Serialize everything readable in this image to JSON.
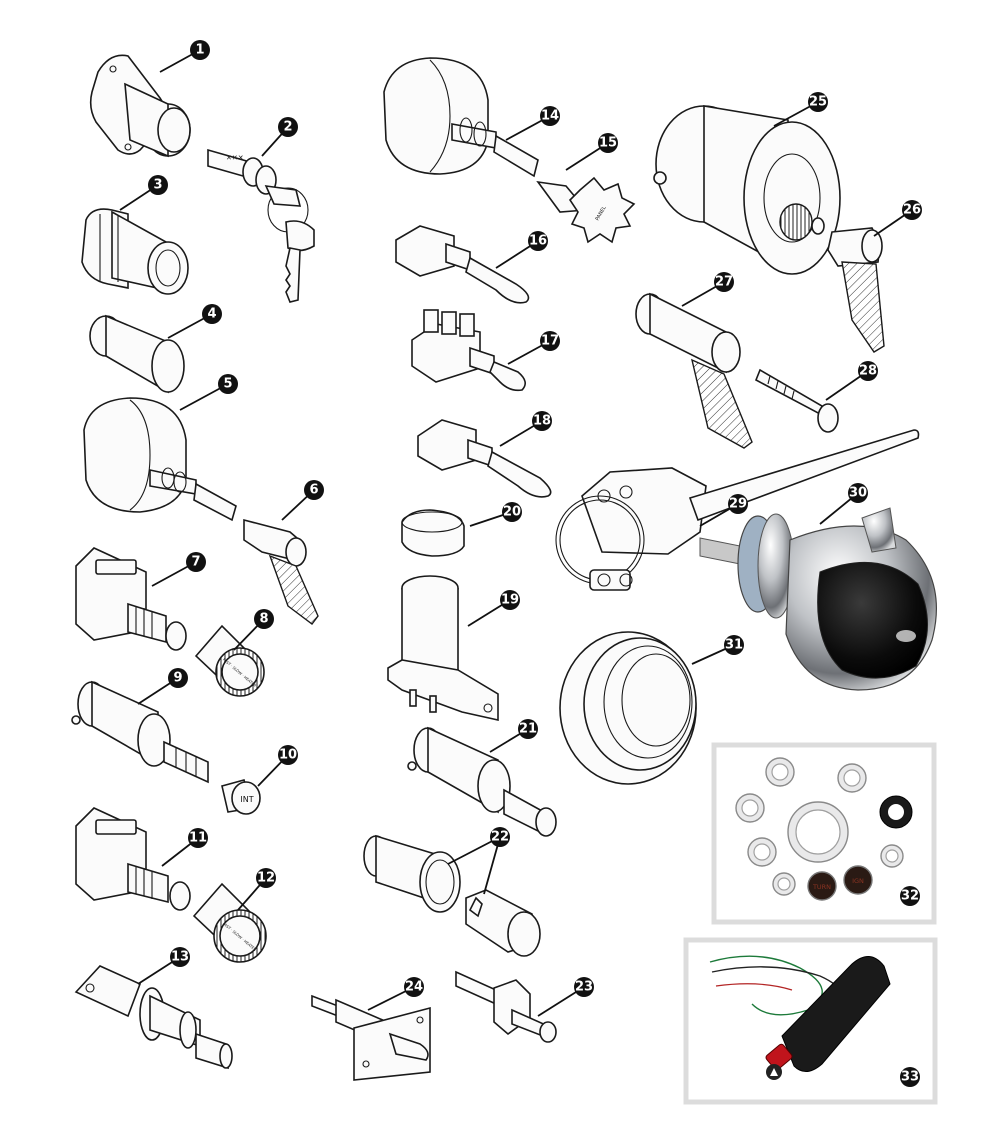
{
  "diagram": {
    "labels": [
      "1",
      "2",
      "3",
      "4",
      "5",
      "6",
      "7",
      "8",
      "9",
      "10",
      "11",
      "12",
      "13",
      "14",
      "15",
      "16",
      "17",
      "18",
      "19",
      "20",
      "21",
      "22",
      "23",
      "24",
      "25",
      "26",
      "27",
      "28",
      "29",
      "30",
      "31",
      "32",
      "33"
    ],
    "part_texts": {
      "int_knob": "INT",
      "heater_knob_8": "FAST · SLOW · HEATER",
      "heater_knob_12": "FAST · SLOW · HEATER",
      "knob_15": "PANEL",
      "warning_lamp_1": "TURN",
      "warning_lamp_2": "IGN"
    },
    "colors": {
      "label_fill": "#111111",
      "label_text": "#ffffff",
      "line": "#1a1a1a",
      "frame": "#dcdcdc",
      "hazard_red": "#c0141c",
      "lamp_amber": "#7a2a1a"
    }
  }
}
